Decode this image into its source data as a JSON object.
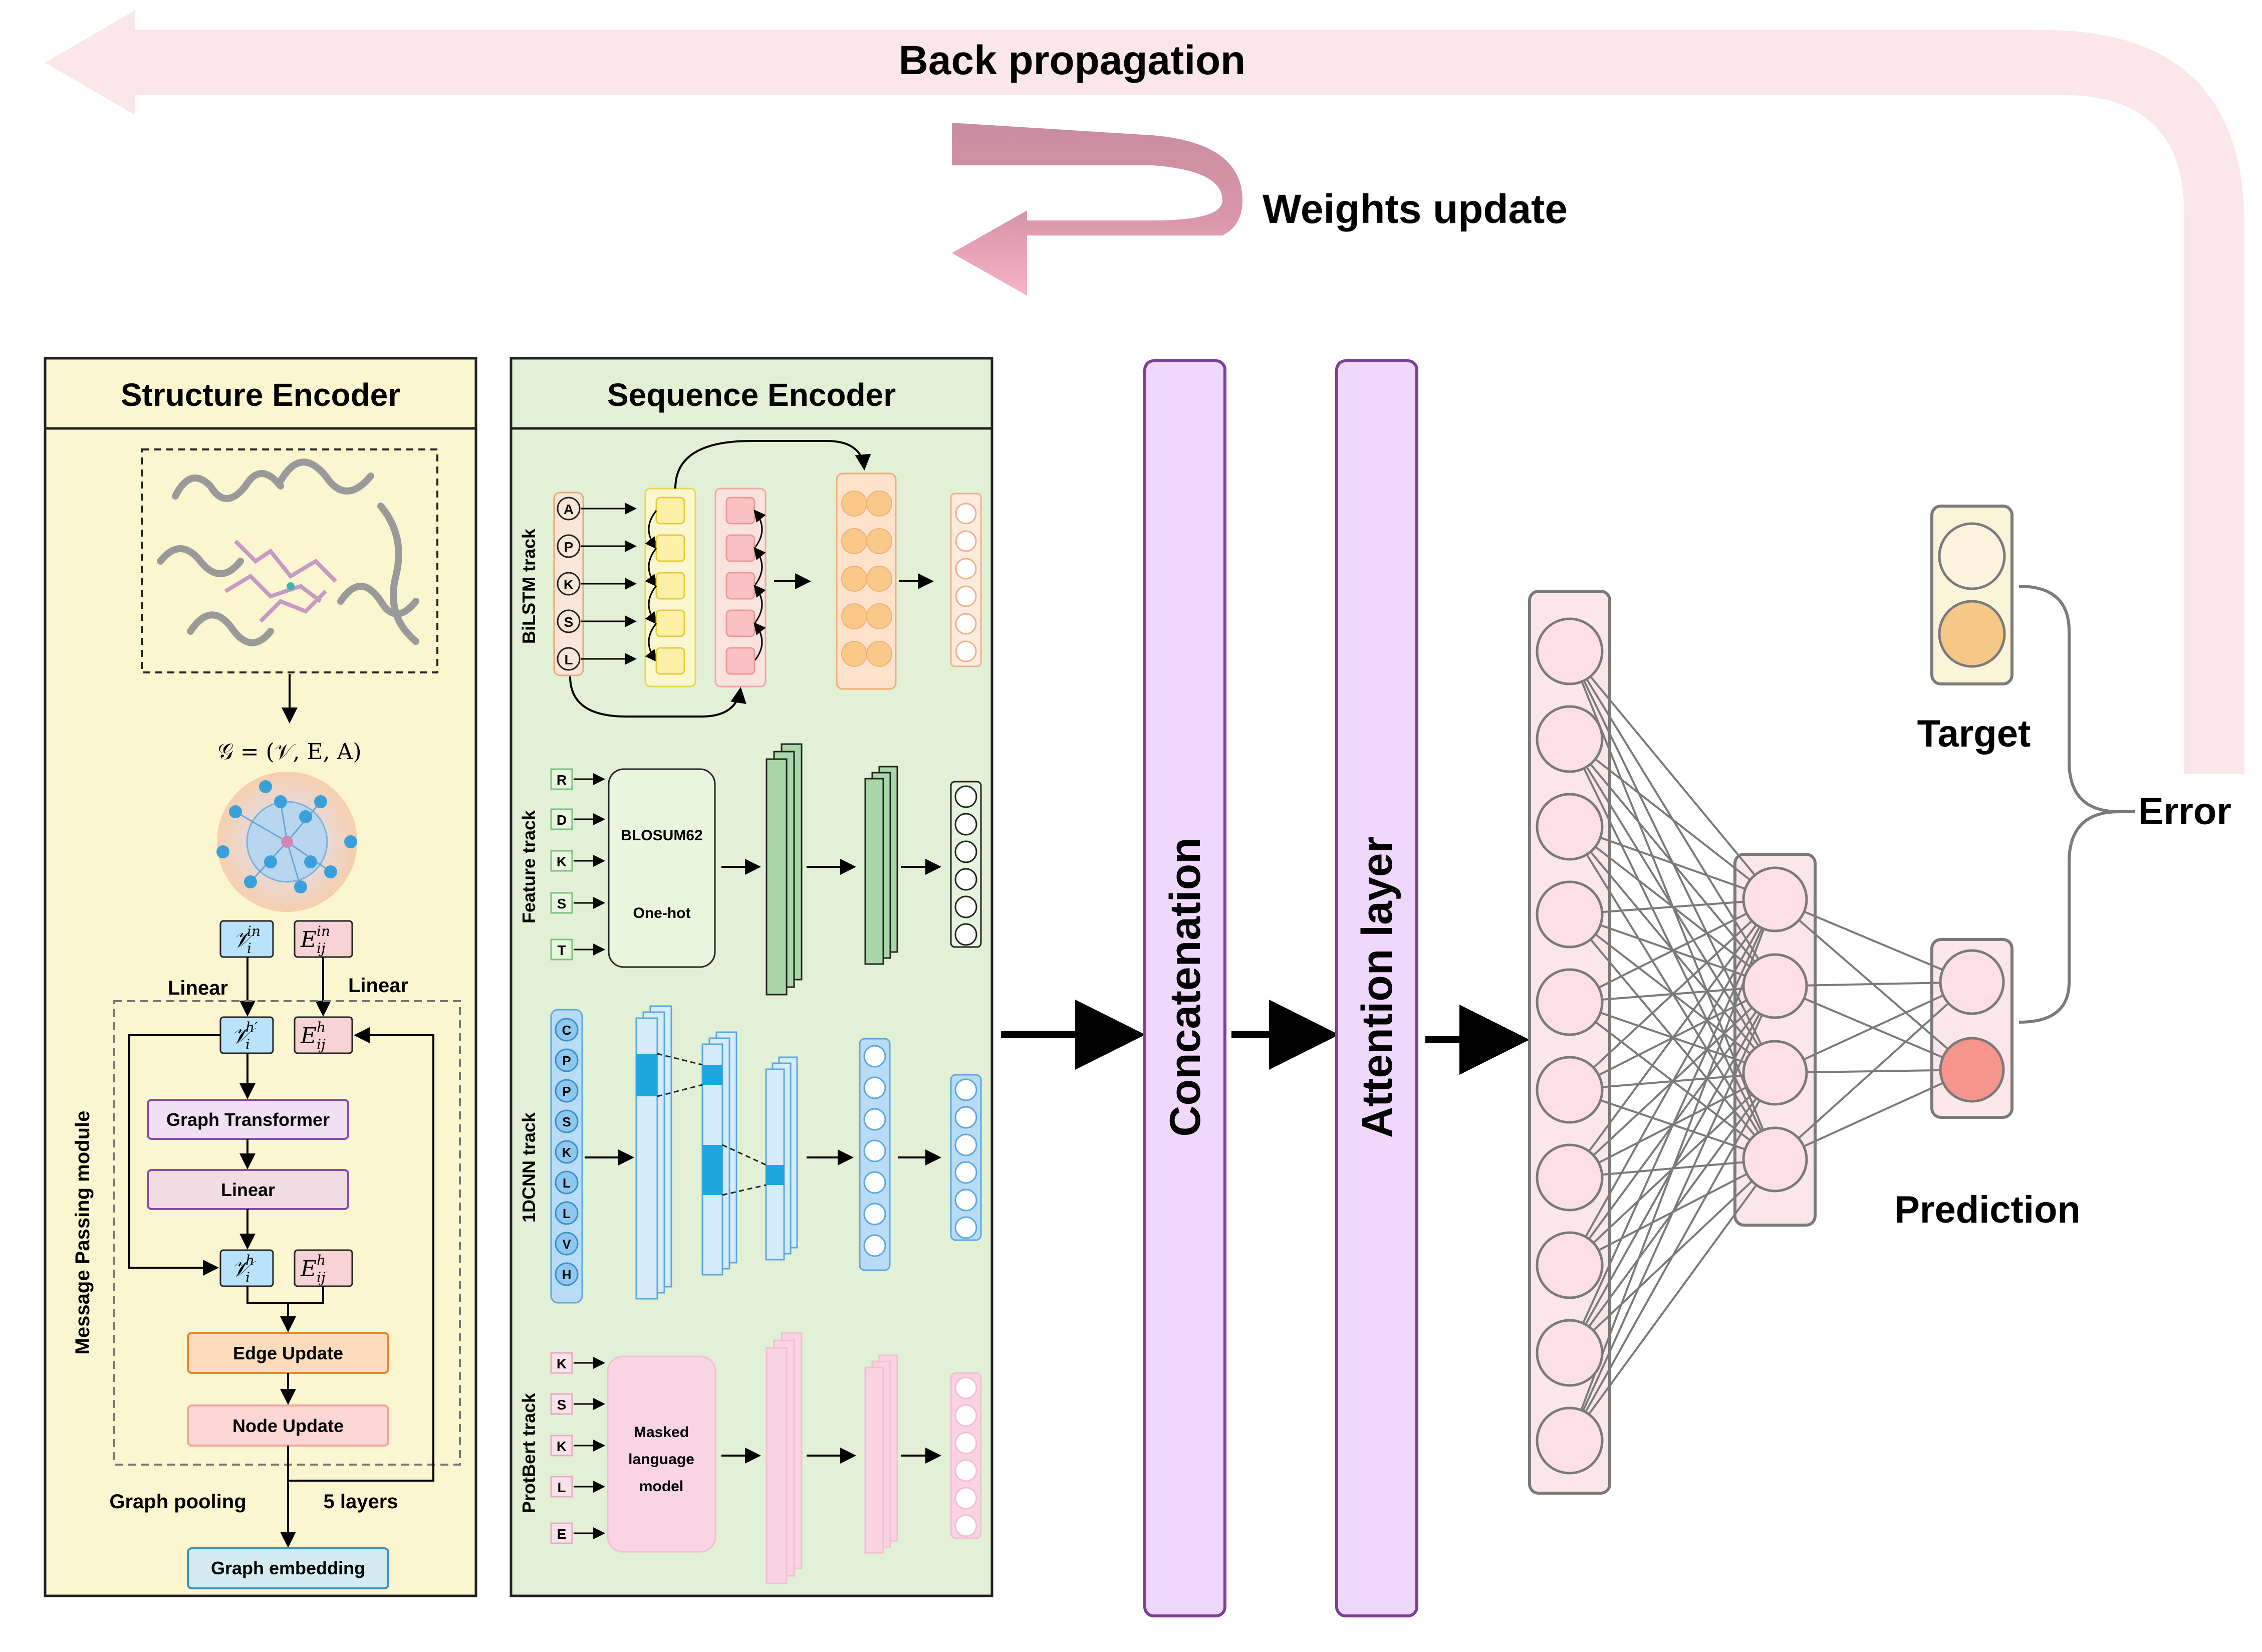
{
  "header": {
    "backprop": "Back propagation",
    "weights_update": "Weights update"
  },
  "structure": {
    "title": "Structure Encoder",
    "graph_def": "𝒢 = (𝒱, E, A)",
    "v_in_base": "𝒱",
    "v_in_sup": "in",
    "v_in_sub": "i",
    "e_in_base": "E",
    "e_in_sup": "in",
    "e_in_sub": "ij",
    "linear_left": "Linear",
    "linear_right": "Linear",
    "v_h1_base": "𝒱",
    "v_h1_sup": "h′",
    "v_h1_sub": "i",
    "e_h1_base": "E",
    "e_h1_sup": "h",
    "e_h1_sub": "ij",
    "graph_transformer": "Graph Transformer",
    "linear_mid": "Linear",
    "v_h2_base": "𝒱",
    "v_h2_sup": "h",
    "v_h2_sub": "i",
    "e_h2_base": "E",
    "e_h2_sup": "h",
    "e_h2_sub": "ij",
    "edge_update": "Edge Update",
    "node_update": "Node Update",
    "module_label": "Message Passing module",
    "graph_pooling": "Graph pooling",
    "layers": "5 layers",
    "graph_embedding": "Graph embedding"
  },
  "sequence": {
    "title": "Sequence Encoder",
    "bilstm": {
      "label": "BiLSTM track",
      "letters": [
        "A",
        "P",
        "K",
        "S",
        "L"
      ]
    },
    "feature": {
      "label": "Feature track",
      "letters": [
        "R",
        "D",
        "K",
        "S",
        "T"
      ],
      "box_line1": "BLOSUM62",
      "box_line2": "One-hot"
    },
    "cnn": {
      "label": "1DCNN track",
      "letters": [
        "C",
        "P",
        "P",
        "S",
        "K",
        "L",
        "L",
        "V",
        "H"
      ]
    },
    "protbert": {
      "label": "ProtBert track",
      "letters": [
        "K",
        "S",
        "K",
        "L",
        "E"
      ],
      "box_line1": "Masked",
      "box_line2": "language",
      "box_line3": "model"
    }
  },
  "concatenation": "Concatenation",
  "attention": "Attention layer",
  "output": {
    "target": "Target",
    "prediction": "Prediction",
    "error": "Error"
  },
  "colors": {
    "structure_bg": "#fbf6cf",
    "sequence_bg": "#e2f1d5",
    "purple_bar": "#f0d8fc",
    "purple_border": "#7d3f9c",
    "node_pink": "#fde0e6",
    "backprop_pink": "#fbe7e9",
    "weights_pink": "#f6b6c7"
  }
}
